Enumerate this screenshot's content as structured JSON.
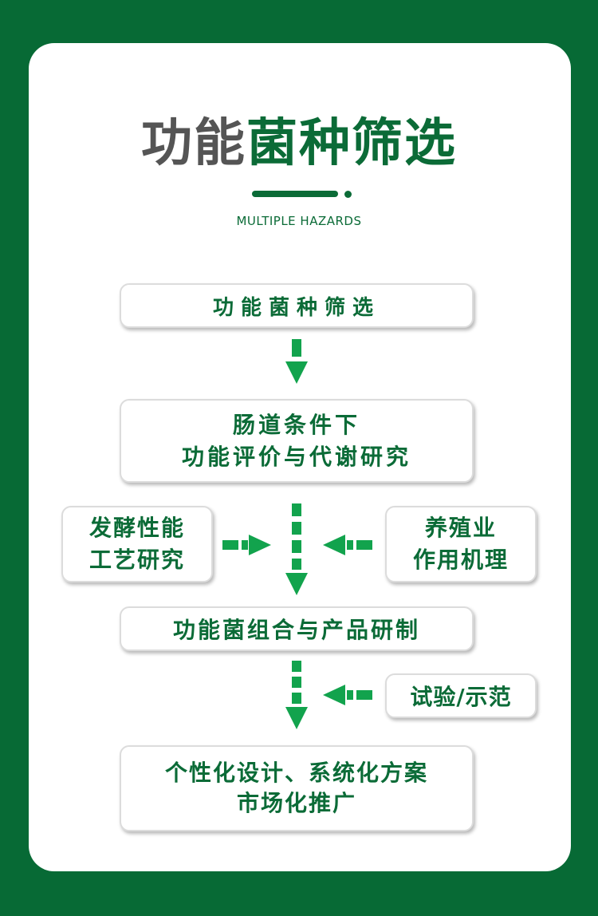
{
  "header": {
    "title_part1": "功能",
    "title_part2": "菌种筛选",
    "subtitle": "MULTIPLE HAZARDS"
  },
  "flow": {
    "step1": "功能菌种筛选",
    "step2_line1": "肠道条件下",
    "step2_line2": "功能评价与代谢研究",
    "side_left_line1": "发酵性能",
    "side_left_line2": "工艺研究",
    "side_right_line1": "养殖业",
    "side_right_line2": "作用机理",
    "step3": "功能菌组合与产品研制",
    "side_trial": "试验/示范",
    "step4_line1": "个性化设计、系统化方案",
    "step4_line2": "市场化推广"
  },
  "colors": {
    "background": "#076a35",
    "accent": "#0b6b37",
    "arrow": "#12a34d",
    "title_gray": "#555555"
  }
}
